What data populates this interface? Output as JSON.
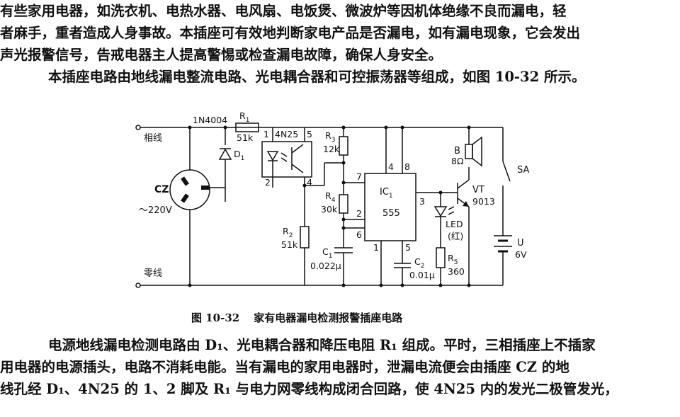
{
  "paragraphs_top": [
    "有些家用电器，如洗衣机、电热水器、电风扇、电饭煲、微波炉等因机体绝缘不良而漏电，轻",
    "者麻手，重者造成人身事故。本插座可有效地判断家电产品是否漏电，如有漏电现象，它会发出",
    "声光报警信号，告戒电器主人提高警惕或检查漏电故障，确保人身安全。",
    "本插座电路由地线漏电整流电路、光电耦合器和可控振荡器等组成，如图 10-32 所示。"
  ],
  "figure": {
    "number": "图 10-32",
    "title": "家有电器漏电检测报警插座电路"
  },
  "circuit_labels": {
    "phase_line": "相线",
    "neutral_line": "零线",
    "socket": "CZ",
    "mains": "～220V",
    "diode_part": "1N4004",
    "d1": "D",
    "d1_sub": "1",
    "r1": "R",
    "r1_sub": "1",
    "r1_val": "51k",
    "optocoupler": "4N25",
    "opto_pin1": "1",
    "opto_pin2": "2",
    "opto_pin4": "4",
    "opto_pin5": "5",
    "r2": "R",
    "r2_sub": "2",
    "r2_val": "51k",
    "r3": "R",
    "r3_sub": "3",
    "r3_val": "12k",
    "r4": "R",
    "r4_sub": "4",
    "r4_val": "30k",
    "c1": "C",
    "c1_sub": "1",
    "c1_val": "0.022μ",
    "ic": "IC",
    "ic_sub": "1",
    "ic_type": "555",
    "ic_pin4": "4",
    "ic_pin8": "8",
    "ic_pin7": "7",
    "ic_pin2": "2",
    "ic_pin6": "6",
    "ic_pin3": "3",
    "ic_pin1": "1",
    "ic_pin5": "5",
    "c2": "C",
    "c2_sub": "2",
    "c2_val": "0.01μ",
    "led": "LED",
    "led_color": "(红)",
    "r5": "R",
    "r5_sub": "5",
    "r5_val": "360",
    "speaker": "B",
    "speaker_val": "8Ω",
    "transistor": "VT",
    "transistor_type": "9013",
    "switch": "SA",
    "battery": "U",
    "battery_val": "6V"
  },
  "paragraphs_bottom": [
    "电源地线漏电检测电路由 D₁、光电耦合器和降压电阻 R₁ 组成。平时，三相插座上不插家",
    "用电器的电源插头，电路不消耗电能。当有漏电的家用电器时，泄漏电流便会由插座 CZ 的地",
    "线孔经 D₁、4N25 的 1、2 脚及 R₁ 与电力网零线构成闭合回路，使 4N25 内的发光二极管发光，"
  ]
}
